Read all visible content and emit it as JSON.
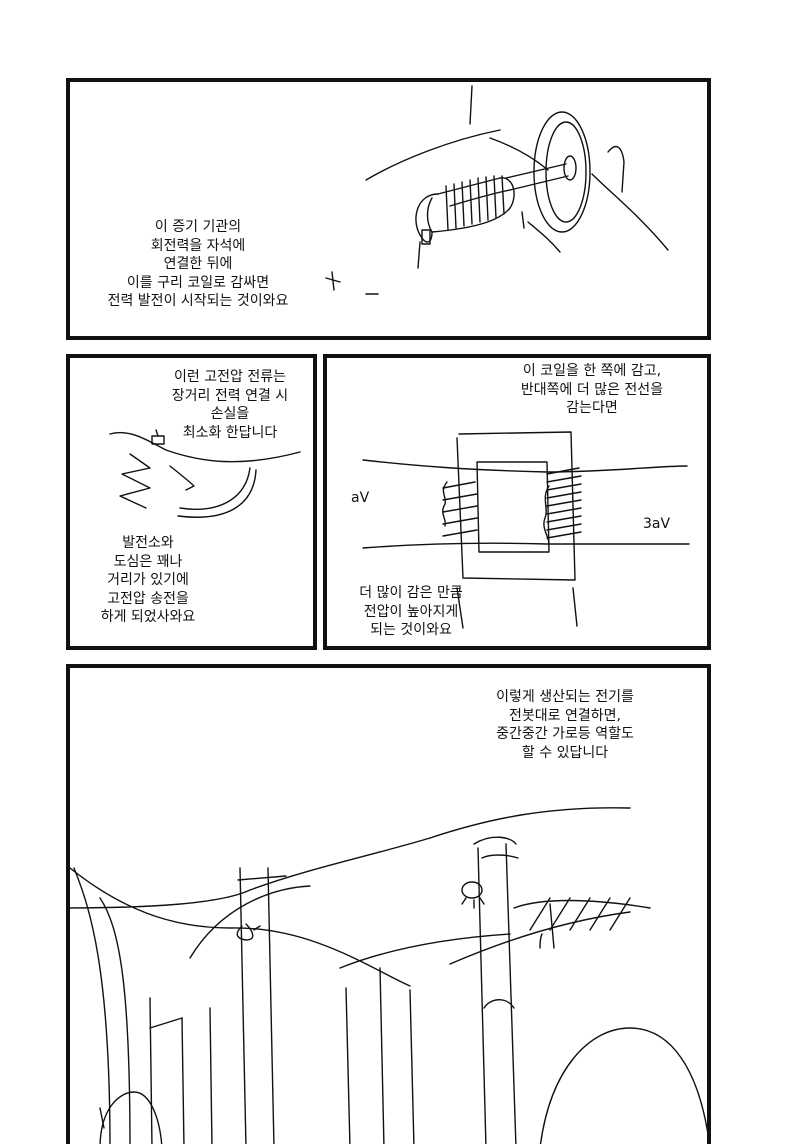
{
  "panels": [
    {
      "id": "steam-engine",
      "caption": "이 증기 기관의\n회전력을 자석에\n연결한 뒤에\n이를 구리 코일로 감싸면\n전력 발전이 시작되는 것이와요"
    },
    {
      "id": "transmission",
      "caption_top": "이런 고전압 전류는\n장거리 전력 연결 시\n손실을\n최소화 한답니다",
      "caption_bottom": "발전소와\n도심은 꽤나\n거리가 있기에\n고전압 송전을\n하게 되었사와요"
    },
    {
      "id": "transformer",
      "caption_top": "이 코일을 한 쪽에 감고,\n반대쪽에 더 많은 전선을\n감는다면",
      "caption_bottom": "더 많이 감은 만큼\n전압이 높아지게\n되는 것이와요",
      "label_left": "aV",
      "label_right": "3aV"
    },
    {
      "id": "street-lights",
      "caption": "이렇게 생산되는 전기를\n전봇대로 연결하면,\n중간중간 가로등 역할도\n할 수 있답니다"
    }
  ]
}
